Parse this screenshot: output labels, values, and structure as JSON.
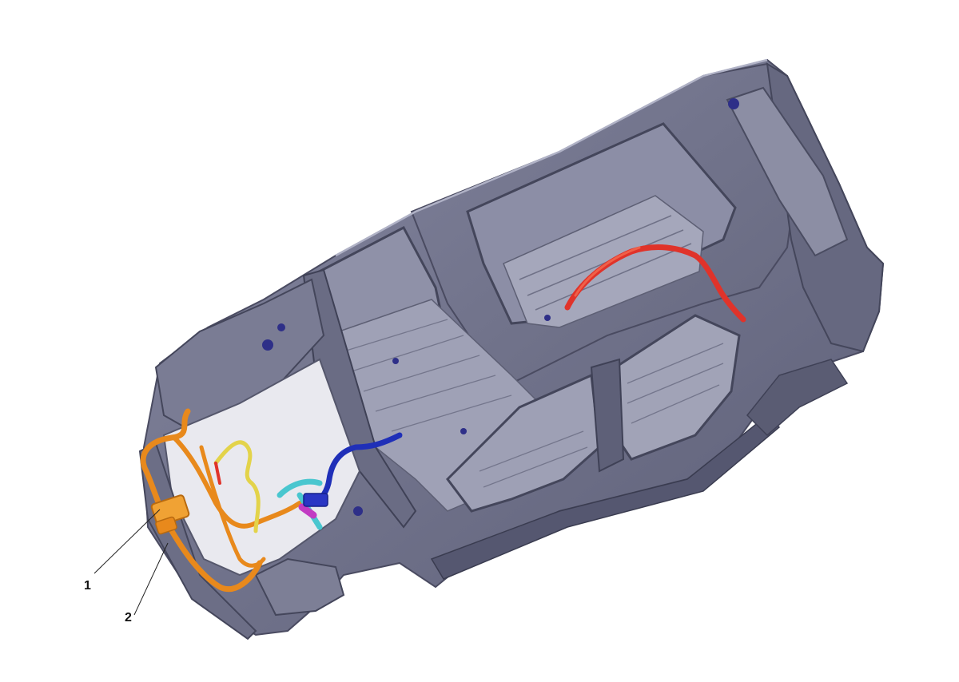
{
  "diagram": {
    "subject": "car-body-in-white-with-wiring-harnesses",
    "colors": {
      "body": "#6e7088",
      "body_dark": "#4a4b61",
      "body_light": "#9a9cb2",
      "harness_orange": "#e8891c",
      "harness_yellow": "#e3d34a",
      "harness_blue": "#1f2fb8",
      "harness_cyan": "#49c6cf",
      "harness_magenta": "#c23bc3",
      "harness_red": "#e0332a",
      "callout_line": "#222222"
    },
    "callouts": [
      {
        "id": "1",
        "label": "1"
      },
      {
        "id": "2",
        "label": "2"
      }
    ]
  }
}
